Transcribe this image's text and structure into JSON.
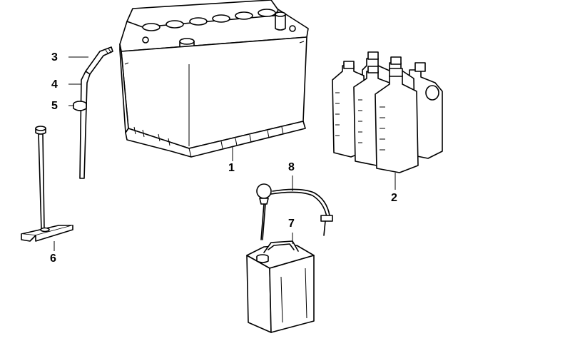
{
  "parts": [
    {
      "id": "battery",
      "label": "1"
    },
    {
      "id": "bottles",
      "label": "2"
    },
    {
      "id": "vent-elbow",
      "label": "3"
    },
    {
      "id": "vent-hose",
      "label": "4"
    },
    {
      "id": "hose-grommet",
      "label": "5"
    },
    {
      "id": "battery-hold-down",
      "label": "6"
    },
    {
      "id": "canister",
      "label": "7"
    },
    {
      "id": "filler-pump",
      "label": "8"
    }
  ]
}
